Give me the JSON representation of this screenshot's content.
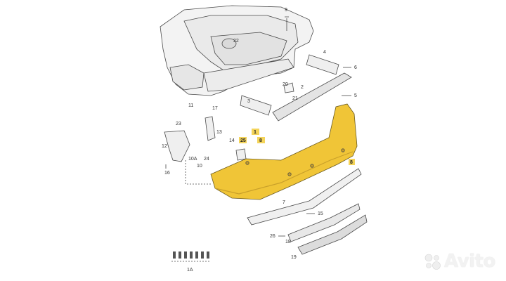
{
  "diagram": {
    "colors": {
      "bumper": "#f0c537",
      "bumper_dark": "#c9a02a",
      "highlight_label": "#f4d45a",
      "line": "#4a4a4a",
      "car_fill": "#f3f3f3"
    },
    "labels": {
      "n9": "9",
      "n22": "22",
      "n4": "4",
      "n6": "6",
      "n20": "20",
      "n2": "2",
      "n21": "21",
      "n3": "3",
      "n5": "5",
      "n11": "11",
      "n17": "17",
      "n23": "23",
      "n13": "13",
      "n12": "12",
      "n10a": "10A",
      "n24": "24",
      "n10": "10",
      "n16": "16",
      "n14": "14",
      "n1": "1",
      "n25": "25",
      "n8": "8",
      "n8b": "8",
      "n7": "7",
      "n15": "15",
      "n26": "26",
      "n18": "18",
      "n19": "19",
      "n1a": "1A"
    }
  },
  "watermark": {
    "icon": "avito-dots-icon",
    "text": "Avito"
  }
}
